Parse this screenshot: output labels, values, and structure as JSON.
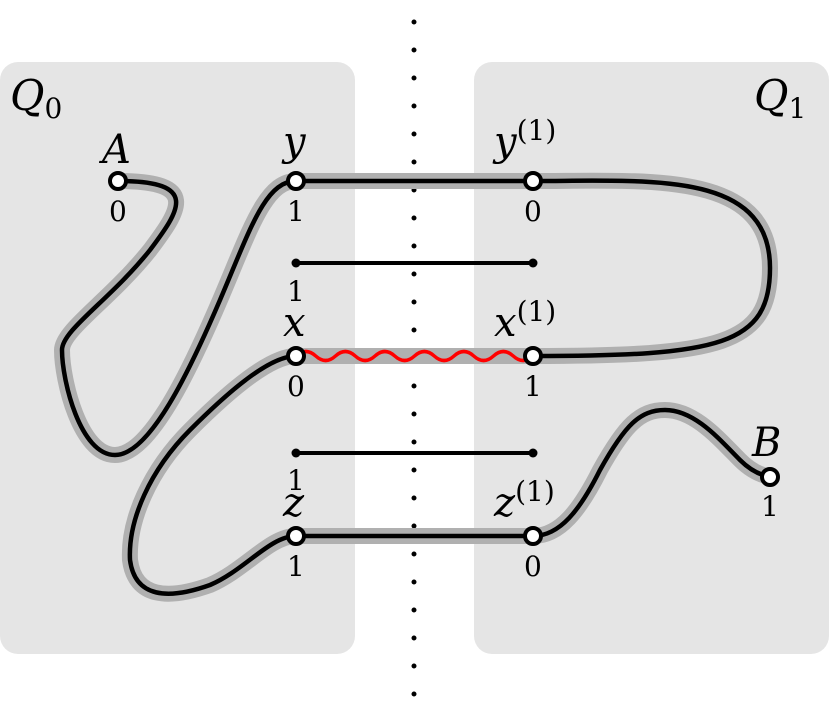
{
  "regions": [
    {
      "id": "Q0",
      "symbol": "Q",
      "subscript": "0"
    },
    {
      "id": "Q1",
      "symbol": "Q",
      "subscript": "1"
    }
  ],
  "vertices": {
    "A": {
      "label": "A",
      "value": "0"
    },
    "y": {
      "label": "y",
      "value": "1"
    },
    "y1": {
      "label": "y",
      "superscript": "(1)",
      "value": "0"
    },
    "mid1": {
      "value": "1"
    },
    "x": {
      "label": "x",
      "value": "0"
    },
    "x1": {
      "label": "x",
      "superscript": "(1)",
      "value": "1"
    },
    "mid2": {
      "value": "1"
    },
    "z": {
      "label": "z",
      "value": "1"
    },
    "z1": {
      "label": "z",
      "superscript": "(1)",
      "value": "0"
    },
    "B": {
      "label": "B",
      "value": "1"
    }
  },
  "colors": {
    "region_fill": "#e5e5e5",
    "path_highlight": "#b0b0b0",
    "path": "#000000",
    "wavy_edge": "#ff0000",
    "vertex_fill": "#ffffff"
  }
}
